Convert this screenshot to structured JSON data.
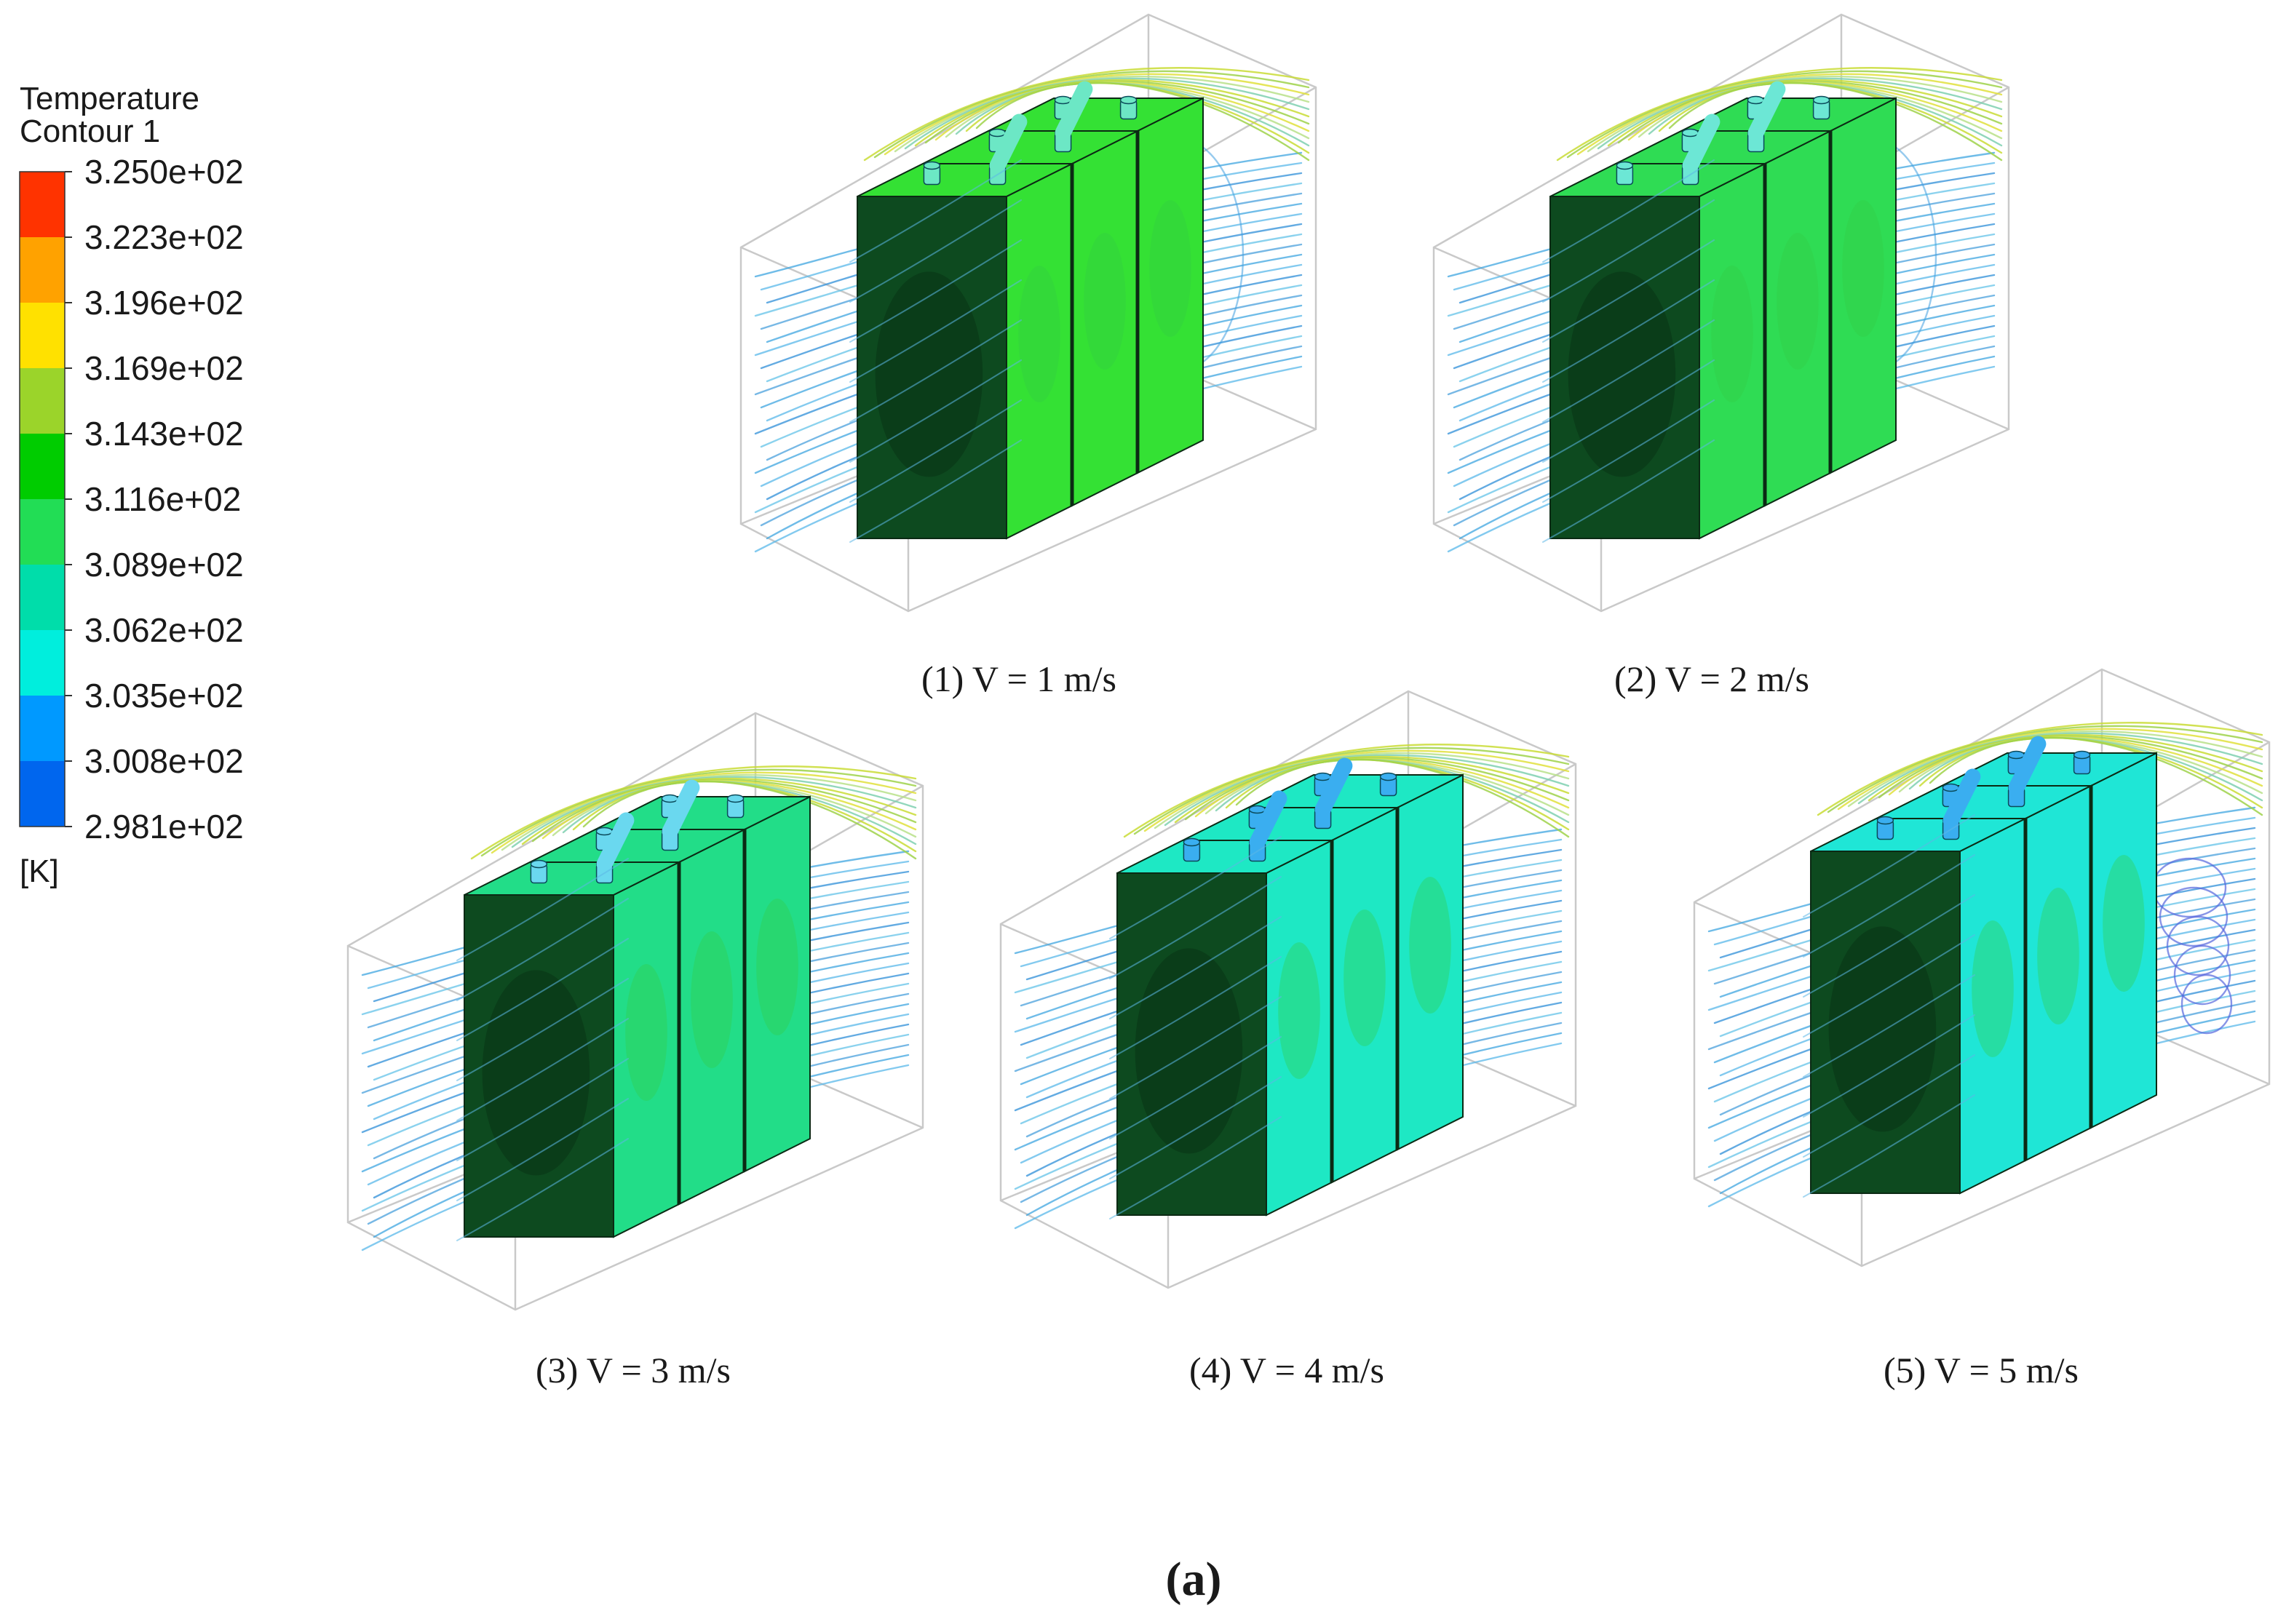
{
  "legend": {
    "title_line1": "Temperature",
    "title_line2": "Contour 1",
    "unit": "[K]",
    "levels": [
      {
        "label": "3.250e+02",
        "color": "#ff3300"
      },
      {
        "label": "3.223e+02",
        "color": "#ffa200"
      },
      {
        "label": "3.196e+02",
        "color": "#ffe100"
      },
      {
        "label": "3.169e+02",
        "color": "#9bd42a"
      },
      {
        "label": "3.143e+02",
        "color": "#00cc00"
      },
      {
        "label": "3.116e+02",
        "color": "#22dd55"
      },
      {
        "label": "3.089e+02",
        "color": "#00ddaa"
      },
      {
        "label": "3.062e+02",
        "color": "#00eedd"
      },
      {
        "label": "3.035e+02",
        "color": "#0099ff"
      },
      {
        "label": "3.008e+02",
        "color": "#0066ee"
      },
      {
        "label": "2.981e+02",
        "color": "#0022cc"
      }
    ]
  },
  "panels": [
    {
      "id": "1",
      "label": "(1)  V = 1 m/s",
      "velocity": 1,
      "side_color": "#34e134",
      "front_color": "#0d4a1f",
      "cap_color": "#6ce7c5"
    },
    {
      "id": "2",
      "label": "(2)  V = 2 m/s",
      "velocity": 2,
      "side_color": "#2fdc54",
      "front_color": "#0d4a1f",
      "cap_color": "#6ce7d5"
    },
    {
      "id": "3",
      "label": "(3)  V = 3 m/s",
      "velocity": 3,
      "side_color": "#22dd88",
      "front_color": "#0d4a1f",
      "cap_color": "#6ad8ef"
    },
    {
      "id": "4",
      "label": "(4)  V = 4 m/s",
      "velocity": 4,
      "side_color": "#1ee8c4",
      "front_color": "#0d4a1f",
      "cap_color": "#3aaef0"
    },
    {
      "id": "5",
      "label": "(5)  V = 5 m/s",
      "velocity": 5,
      "side_color": "#1fe6d6",
      "front_color": "#0d4a1f",
      "cap_color": "#3aaef0"
    }
  ],
  "figure_label": "(a)"
}
